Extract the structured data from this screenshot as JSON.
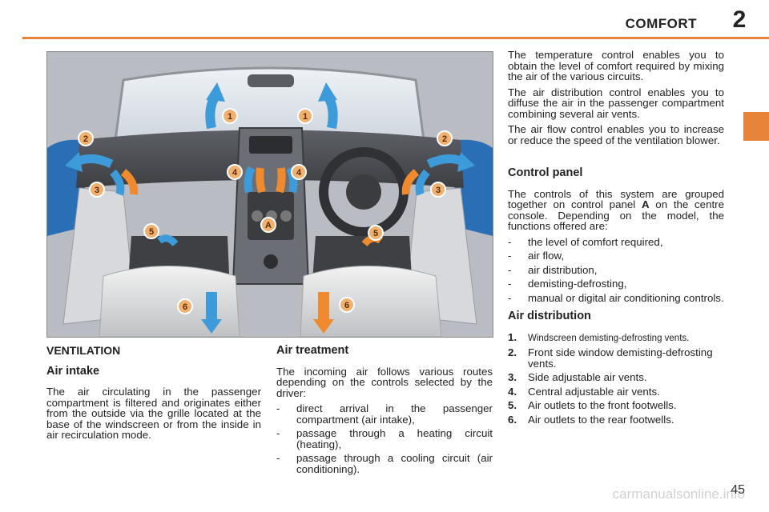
{
  "header": {
    "section_title": "COMFORT",
    "chapter_number": "2"
  },
  "figure": {
    "markers": [
      "1",
      "1",
      "2",
      "2",
      "3",
      "3",
      "4",
      "4",
      "5",
      "5",
      "6",
      "6",
      "A"
    ],
    "colors": {
      "blue_arrow": "#3d9bd9",
      "orange_arrow": "#ef8a2e",
      "marker": "#f0b070"
    }
  },
  "left": {
    "heading": "VENTILATION",
    "air_intake": {
      "heading": "Air intake",
      "text": "The air circulating in the passenger compartment is filtered and originates either from the outside via the grille located at the base of the windscreen or from the inside in air recirculation mode."
    }
  },
  "middle": {
    "heading": "Air treatment",
    "intro": "The incoming air follows various routes depending on the controls selected by the driver:",
    "items": [
      "direct arrival in the passenger compartment (air intake),",
      "passage through a heating circuit (heating),",
      "passage through a cooling circuit (air conditioning)."
    ]
  },
  "right": {
    "paragraphs": [
      "The temperature control enables you to obtain the level of comfort required by mixing the air of the various circuits.",
      "The air distribution control enables you to diffuse the air in the passenger compartment combining several air vents.",
      "The air flow control enables you to increase or reduce the speed of the ventilation blower."
    ],
    "control_panel": {
      "heading": "Control panel",
      "intro_before": "The controls of this system are grouped together on control panel",
      "intro_bold": "A",
      "intro_after": "on the centre console. Depending on the model, the functions offered are:",
      "items": [
        "the level of comfort required,",
        "air flow,",
        "air distribution,",
        "demisting-defrosting,",
        "manual or digital air conditioning controls."
      ]
    },
    "air_distribution": {
      "heading": "Air distribution",
      "items": [
        {
          "num": "1.",
          "text": "Windscreen demisting-defrosting vents."
        },
        {
          "num": "2.",
          "text": "Front side window demisting-defrosting vents."
        },
        {
          "num": "3.",
          "text": "Side adjustable air vents."
        },
        {
          "num": "4.",
          "text": "Central adjustable air vents."
        },
        {
          "num": "5.",
          "text": "Air outlets to the front footwells."
        },
        {
          "num": "6.",
          "text": "Air outlets to the rear footwells."
        }
      ]
    }
  },
  "footer": {
    "page_number": "45",
    "watermark": "carmanualsonline.info"
  }
}
